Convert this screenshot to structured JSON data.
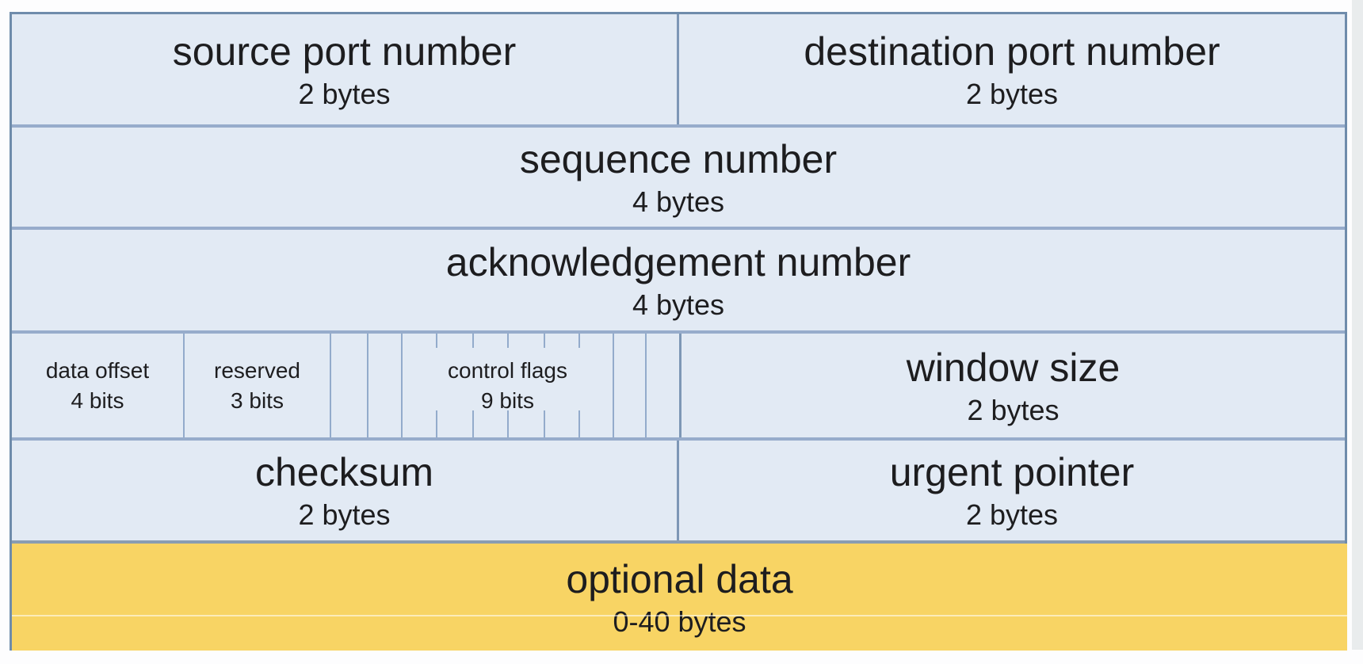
{
  "diagram": {
    "name": "tcp-header-format",
    "rows": [
      {
        "cells": [
          {
            "label": "source port number",
            "sub": "2 bytes"
          },
          {
            "label": "destination port number",
            "sub": "2 bytes"
          }
        ]
      },
      {
        "cells": [
          {
            "label": "sequence number",
            "sub": "4 bytes"
          }
        ]
      },
      {
        "cells": [
          {
            "label": "acknowledgement number",
            "sub": "4 bytes"
          }
        ]
      },
      {
        "cells": [
          {
            "label": "data offset",
            "sub": "4 bits"
          },
          {
            "label": "reserved",
            "sub": "3 bits"
          },
          {
            "label": "control flags",
            "sub": "9 bits"
          },
          {
            "label": "window size",
            "sub": "2 bytes"
          }
        ]
      },
      {
        "cells": [
          {
            "label": "checksum",
            "sub": "2 bytes"
          },
          {
            "label": "urgent pointer",
            "sub": "2 bytes"
          }
        ]
      },
      {
        "cells": [
          {
            "label": "optional data",
            "sub": "0-40 bytes"
          }
        ]
      }
    ],
    "colors": {
      "cell_fill": "#e2eaf4",
      "optional_fill": "#f8d464",
      "grid_line": "#93abcb",
      "row_separator": "#97accb",
      "outer_border": "#6f8cab",
      "middle_divider": "#7d97b6",
      "text": "#1d1d1f"
    }
  }
}
